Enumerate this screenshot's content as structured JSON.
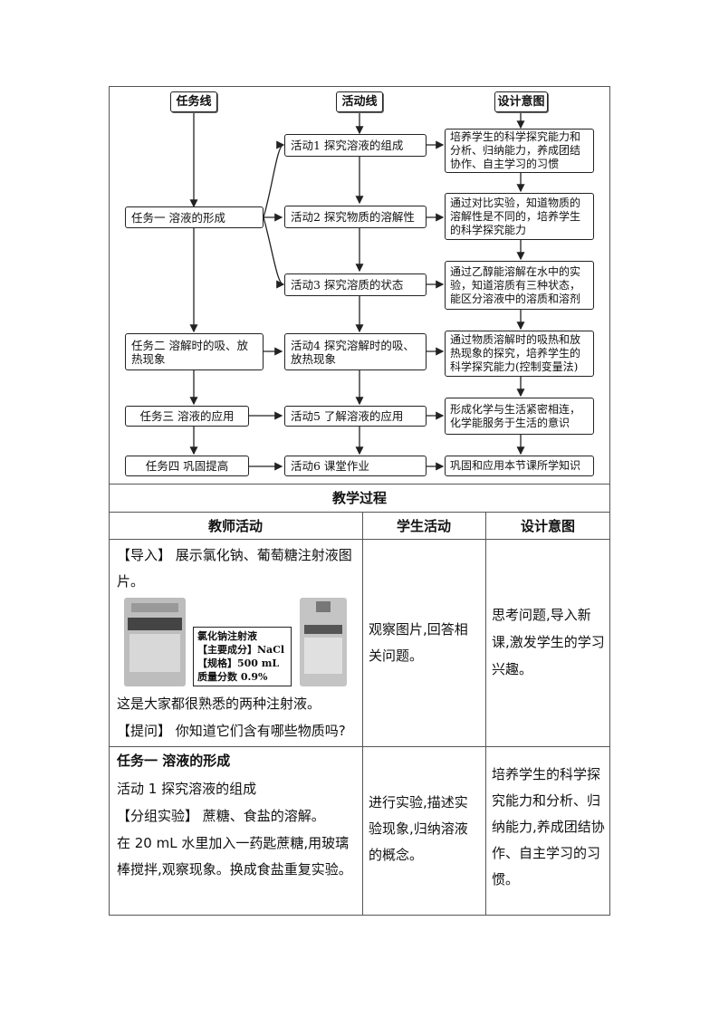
{
  "flow": {
    "col_headers": [
      "任务线",
      "活动线",
      "设计意图"
    ],
    "tasks": [
      "任务一  溶液的形成",
      "任务二  溶解时的吸、放热现象",
      "任务三  溶液的应用",
      "任务四  巩固提高"
    ],
    "activities": [
      "活动1  探究溶液的组成",
      "活动2  探究物质的溶解性",
      "活动3  探究溶质的状态",
      "活动4  探究溶解时的吸、放热现象",
      "活动5  了解溶液的应用",
      "活动6  课堂作业"
    ],
    "designs": [
      "培养学生的科学探究能力和分析、归纳能力，养成团结协作、自主学习的习惯",
      "通过对比实验，知道物质的溶解性是不同的，培养学生的科学探究能力",
      "通过乙醇能溶解在水中的实验，知道溶质有三种状态，能区分溶液中的溶质和溶剂",
      "通过物质溶解时的吸热和放热现象的探究，培养学生的科学探究能力(控制变量法)",
      "形成化学与生活紧密相连，化学能服务于生活的意识",
      "巩固和应用本节课所学知识"
    ]
  },
  "section_title": "教学过程",
  "table": {
    "headers": [
      "教师活动",
      "学生活动",
      "设计意图"
    ],
    "row1": {
      "teacher_line1": "【导入】 展示氯化钠、葡萄糖注射液图片。",
      "label_box": [
        "氯化钠注射液",
        "【主要成分】NaCl",
        "【规格】500 mL",
        "质量分数 0.9%"
      ],
      "teacher_line2": "这是大家都很熟悉的两种注射液。",
      "teacher_line3": "【提问】 你知道它们含有哪些物质吗?",
      "student": "观察图片,回答相关问题。",
      "design": "思考问题,导入新课,激发学生的学习兴趣。"
    },
    "row2": {
      "title": "任务一   溶液的形成",
      "line1": "活动 1   探究溶液的组成",
      "line2": "【分组实验】 蔗糖、食盐的溶解。",
      "line3": "在 20 mL 水里加入一药匙蔗糖,用玻璃棒搅拌,观察现象。换成食盐重复实验。",
      "student": "进行实验,描述实验现象,归纳溶液的概念。",
      "design": "培养学生的科学探究能力和分析、归纳能力,养成团结协作、自主学习的习惯。"
    }
  }
}
